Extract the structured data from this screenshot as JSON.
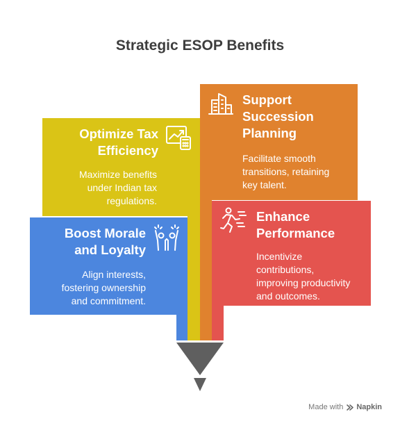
{
  "title": "Strategic ESOP Benefits",
  "cards": [
    {
      "id": "tax",
      "title_lines": [
        "Optimize Tax",
        "Efficiency"
      ],
      "desc_lines": [
        "Maximize benefits",
        "under Indian tax",
        "regulations."
      ],
      "color": "#DAC416",
      "icon": "chart-calculator-icon"
    },
    {
      "id": "succession",
      "title_lines": [
        "Support",
        "Succession",
        "Planning"
      ],
      "desc_lines": [
        "Facilitate smooth",
        "transitions, retaining",
        "key talent."
      ],
      "color": "#E0822E",
      "icon": "buildings-icon"
    },
    {
      "id": "morale",
      "title_lines": [
        "Boost Morale",
        "and Loyalty"
      ],
      "desc_lines": [
        "Align interests,",
        "fostering ownership",
        "and commitment."
      ],
      "color": "#4C86DE",
      "icon": "celebrating-people-icon"
    },
    {
      "id": "performance",
      "title_lines": [
        "Enhance",
        "Performance"
      ],
      "desc_lines": [
        "Incentivize",
        "contributions,",
        "improving productivity",
        "and outcomes."
      ],
      "color": "#E4544F",
      "icon": "running-person-icon"
    }
  ],
  "funnel_color": "#5F5F5F",
  "footer": {
    "made_with": "Made with",
    "brand": "Napkin"
  }
}
